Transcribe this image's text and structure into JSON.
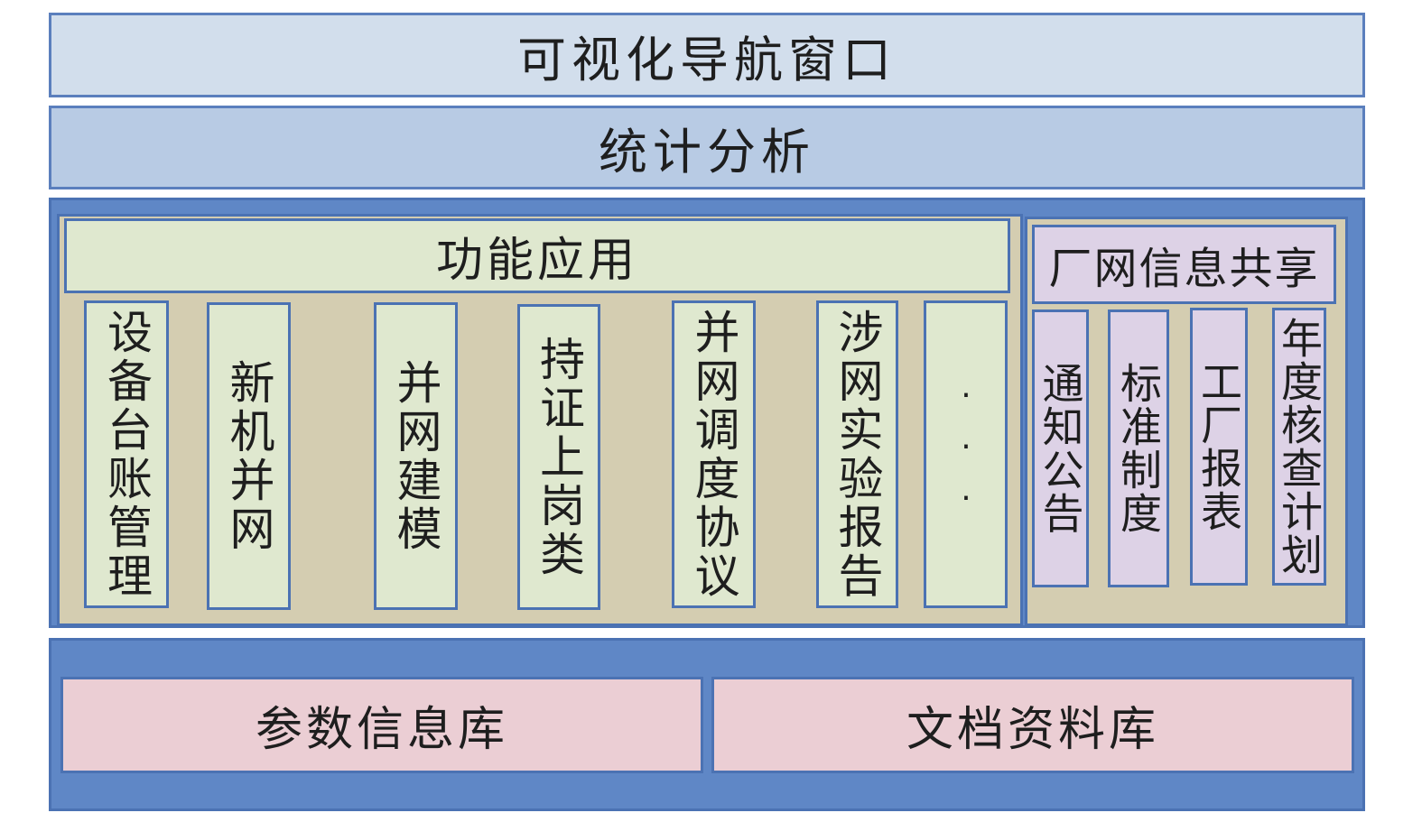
{
  "layers": {
    "nav_window": "可视化导航窗口",
    "statistics": "统计分析"
  },
  "function_app": {
    "title": "功能应用",
    "modules": [
      "设备台账管理",
      "新机并网",
      "并网建模",
      "持证上岗类",
      "并网调度协议",
      "涉网实验报告",
      "···"
    ]
  },
  "info_share": {
    "title": "厂网信息共享",
    "modules": [
      "通知公告",
      "标准制度",
      "工厂报表",
      "年度核查计划"
    ]
  },
  "databases": {
    "params": "参数信息库",
    "documents": "文档资料库"
  },
  "colors": {
    "border": "#4b72b3",
    "container": "#5f87c6",
    "nav_fill": "#d2deec",
    "stats_fill": "#b8cbe4",
    "function_fill": "#dfe8cf",
    "panel_fill": "#d4cdb1",
    "share_fill": "#ddd2e6",
    "db_fill": "#ebced4"
  }
}
